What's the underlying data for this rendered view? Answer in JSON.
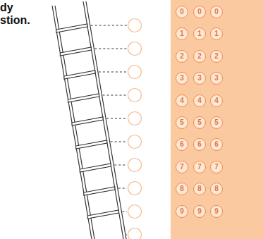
{
  "diagram": {
    "nodes": [
      {
        "text": [
          "0"
        ]
      },
      {
        "text": [
          "0"
        ]
      },
      {
        "text": [
          "0"
        ]
      },
      {
        "text": [
          "1"
        ]
      },
      {
        "text": [
          "1"
        ]
      },
      {
        "text": [
          "1"
        ]
      },
      {
        "text": [
          "2"
        ]
      },
      {
        "text": [
          "2"
        ]
      },
      {
        "text": [
          "2"
        ]
      },
      {
        "text": [
          "3"
        ]
      },
      {
        "text": [
          "3"
        ]
      },
      {
        "text": [
          "3"
        ]
      },
      {
        "text": [
          "4"
        ]
      },
      {
        "text": [
          "4"
        ]
      },
      {
        "text": [
          "4"
        ]
      },
      {
        "text": [
          "5"
        ]
      },
      {
        "text": [
          "5"
        ]
      },
      {
        "text": [
          "5"
        ]
      },
      {
        "text": [
          "6"
        ]
      },
      {
        "text": [
          "6"
        ]
      },
      {
        "text": [
          "6"
        ]
      },
      {
        "text": [
          "7"
        ]
      },
      {
        "text": [
          "7"
        ]
      },
      {
        "text": [
          "7"
        ]
      },
      {
        "text": [
          "8"
        ]
      },
      {
        "text": [
          "8"
        ]
      },
      {
        "text": [
          "8"
        ]
      },
      {
        "text": [
          "9"
        ]
      },
      {
        "text": [
          "9"
        ]
      },
      {
        "text": [
          "9"
        ]
      }
    ],
    "labels": [
      "dy",
      "stion."
    ]
  }
}
